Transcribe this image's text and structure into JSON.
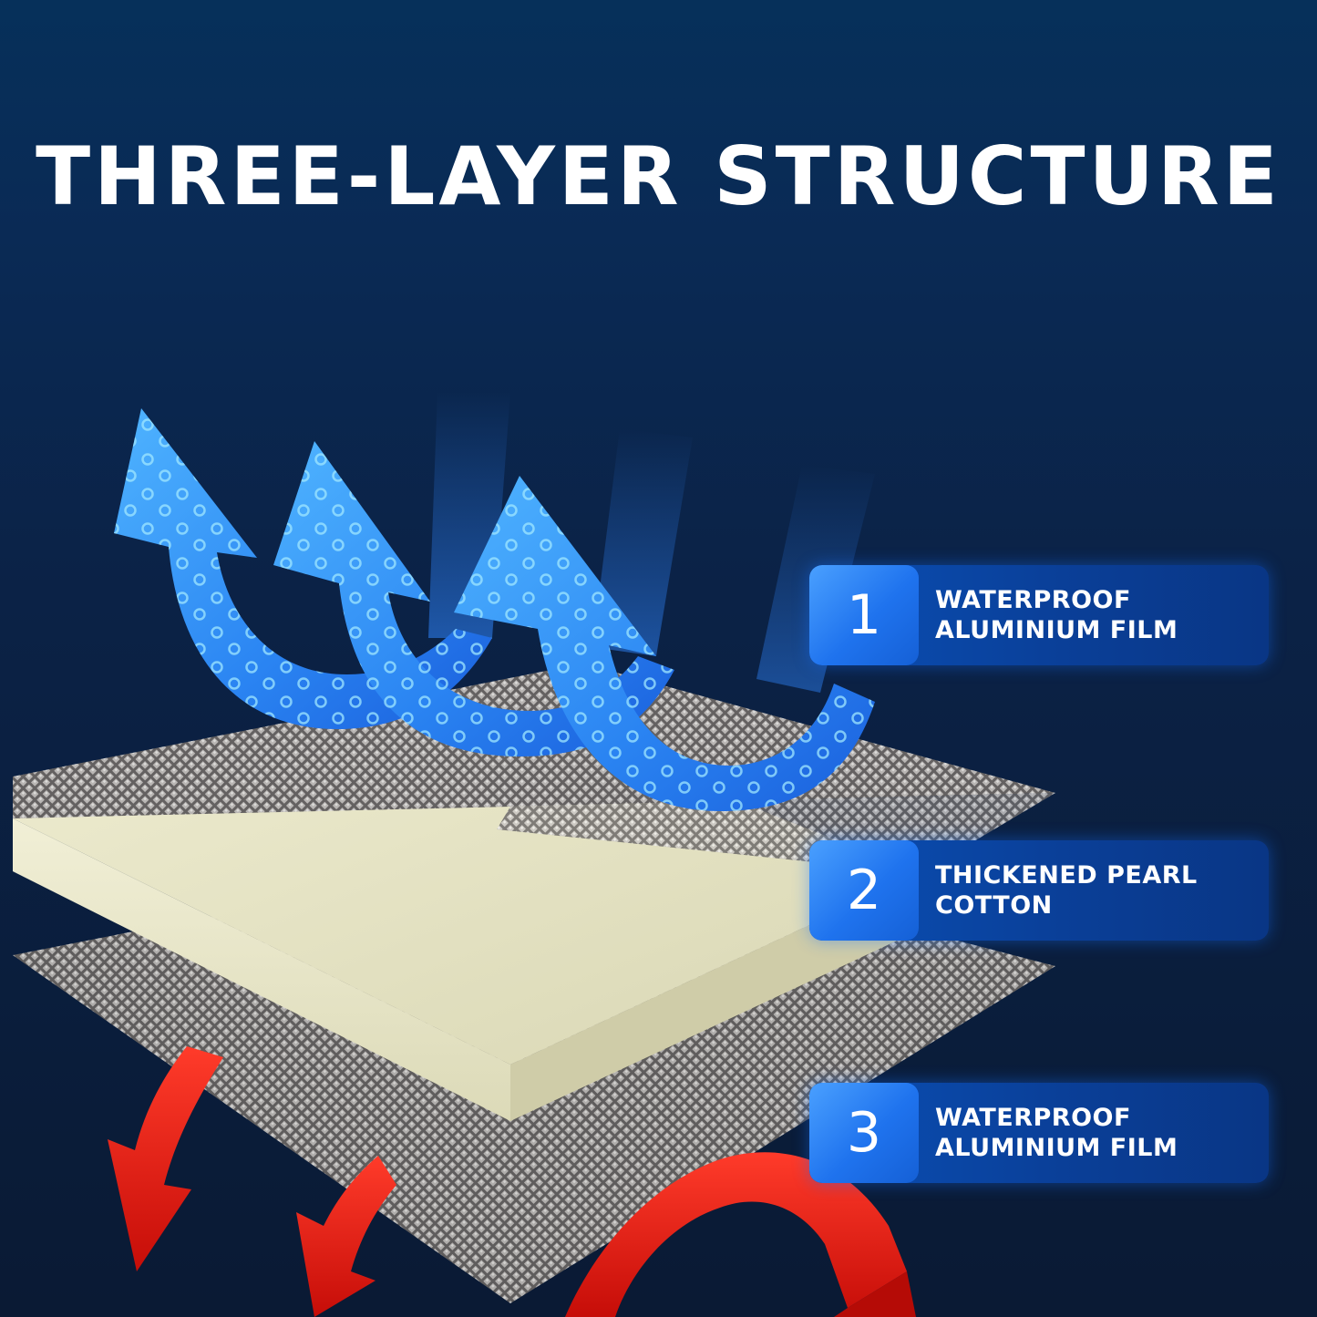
{
  "title": "THREE-LAYER STRUCTURE",
  "layers": [
    {
      "number": "1",
      "line1": "WATERPROOF",
      "line2": "ALUMINIUM FILM"
    },
    {
      "number": "2",
      "line1": "THICKENED PEARL",
      "line2": "COTTON"
    },
    {
      "number": "3",
      "line1": "WATERPROOF",
      "line2": "ALUMINIUM FILM"
    }
  ],
  "icons": {
    "blue_arrows": "cold-air-arrows-icon",
    "red_arrows": "heat-arrows-icon"
  },
  "colors": {
    "background": "#0b2246",
    "label_box": "#0a3f98",
    "number_box": "#1f73ee",
    "foam": "#e8e6c4",
    "blue_arrow": "#2f8cff",
    "red_arrow": "#e0140f"
  }
}
